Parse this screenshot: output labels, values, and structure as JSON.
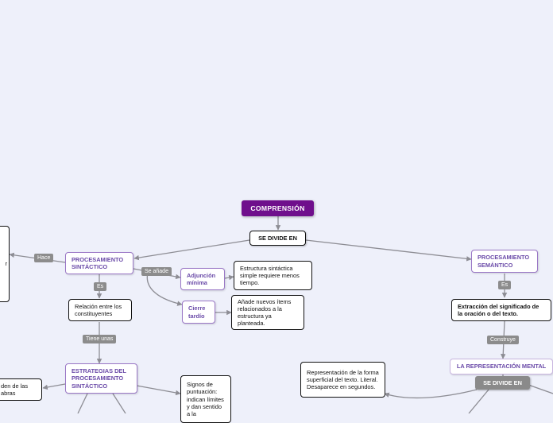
{
  "central": "COMPRENSIÓN",
  "divide_main": "SE DIVIDE EN",
  "sintactico": "PROCESAMIENTO SINTÁCTICO",
  "semantico": "PROCESAMIENTO SEMÁNTICO",
  "adjuncion": "Adjunción mínima",
  "adjuncion_desc": "Estructura sintáctica simple requiere menos tiempo.",
  "cierre": "Cierre tardío",
  "cierre_desc": "Añade nuevos ítems relacionados a la estructura ya planteada.",
  "relacion": "Relación entre los constituyentes",
  "estrategias": "ESTRATEGIAS DEL PROCESAMIENTO SINTÁCTICO",
  "orden_partial": "den de las\nabras",
  "signos": "Signos de puntuación: indican límites y dan sentido a la",
  "extraccion": "Extracción del significado de la oración o del texto.",
  "representacion": "LA REPRESENTACIÓN MENTAL",
  "divide_second": "SE DIVIDE EN",
  "representacion_desc": "Representación de la forma superficial del texto. Literal. Desaparece en segundos.",
  "left_partial": "r",
  "labels": {
    "hace": "Hace",
    "se_anade": "Se añade",
    "es1": "Es",
    "tiene_unas": "Tiene unas",
    "es2": "Es",
    "construye": "Construye"
  },
  "colors": {
    "central": "#6f0f8c",
    "topic_border": "#9a77c6",
    "topic_text": "#6a4aa8",
    "background": "#eef0fa",
    "label": "#8c8c8c"
  }
}
